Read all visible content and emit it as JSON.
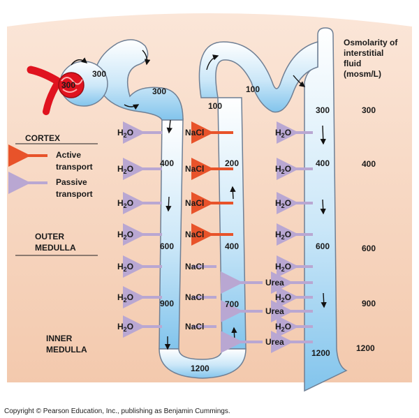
{
  "legend": {
    "cortex": "CORTEX",
    "active_line1": "Active",
    "active_line2": "transport",
    "passive_line1": "Passive",
    "passive_line2": "transport",
    "outer_line1": "OUTER",
    "outer_line2": "MEDULLA",
    "inner_line1": "INNER",
    "inner_line2": "MEDULLA"
  },
  "header": {
    "line1": "Osmolarity of",
    "line2": "interstitial",
    "line3": "fluid",
    "line4": "(mosm/L)"
  },
  "interstitial": [
    "300",
    "400",
    "600",
    "900",
    "1200"
  ],
  "tubule_values": {
    "glomerulus": "300",
    "bowman_exit": "300",
    "proximal": "300",
    "descending_400": "400",
    "descending_600": "600",
    "descending_900": "900",
    "loop_bottom": "1200",
    "ascending_700": "700",
    "ascending_400": "400",
    "ascending_200": "200",
    "distal_100_a": "100",
    "distal_100_b": "100",
    "collecting_300": "300",
    "collecting_400": "400",
    "collecting_600": "600",
    "collecting_1200": "1200"
  },
  "molecules": {
    "water_main": "H",
    "water_sub": "2",
    "water_tail": "O",
    "salt": "NaCl",
    "urea": "Urea"
  },
  "copyright": "Copyright © Pearson Education, Inc., publishing as Benjamin Cummings.",
  "colors": {
    "active": "#e8532a",
    "passive": "#b9a7d2",
    "background": "#f6d4bd",
    "tubule": "#cfe8f7",
    "vessel": "#e0131f"
  }
}
